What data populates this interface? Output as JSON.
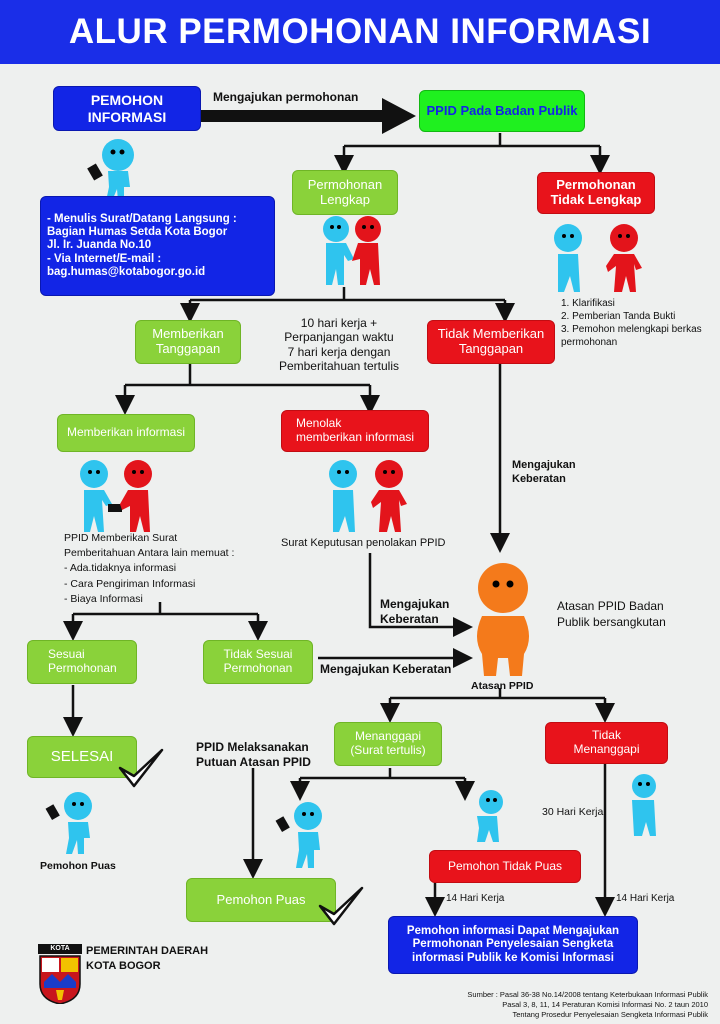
{
  "title": "ALUR PERMOHONAN INFORMASI",
  "colors": {
    "title_bg": "#1a2ee8",
    "green": "#8ad23a",
    "red": "#e8131b",
    "blue": "#1225e6",
    "bright_green": "#1ff01f",
    "figure_blue": "#2fc4ee",
    "figure_red": "#e3141b",
    "figure_orange": "#f47a1b"
  },
  "nodes": {
    "pemohon": "PEMOHON\nINFORMASI",
    "ppid": "PPID Pada Badan Publik",
    "lengkap": "Permohonan\nLengkap",
    "tidak_lengkap": "Permohonan\nTidak Lengkap",
    "memberikan_tanggapan": "Memberikan\nTanggapan",
    "tidak_memberikan_tanggapan": "Tidak Memberikan\nTanggapan",
    "memberikan_informasi": "Memberikan informasi",
    "menolak": "Menolak\nmemberikan informasi",
    "sesuai": "Sesuai\nPermohonan",
    "tidak_sesuai": "Tidak Sesuai\nPermohonan",
    "selesai": "SELESAI",
    "menanggapi": "Menanggapi\n(Surat tertulis)",
    "tidak_menanggapi": "Tidak\nMenanggapi",
    "pemohon_tidak_puas": "Pemohon Tidak Puas",
    "pemohon_puas_box": "Pemohon Puas",
    "final": "Pemohon informasi Dapat Mengajukan\nPermohonan Penyelesaian Sengketa\ninformasi Publik ke Komisi Informasi"
  },
  "contact": "- Menulis Surat/Datang Langsung :\n   Bagian Humas Setda Kota Bogor\n   Jl. Ir. Juanda No.10\n- Via Internet/E-mail :\n   bag.humas@kotabogor.go.id",
  "labels": {
    "mengajukan_permohonan": "Mengajukan permohonan",
    "hari_kerja": "10 hari kerja +\nPerpanjangan waktu\n7  hari kerja dengan\nPemberitahuan tertulis",
    "tidak_lengkap_list": "1. Klarifikasi\n2. Pemberian Tanda Bukti\n3. Pemohon melengkapi berkas\n    permohonan",
    "mengajukan_keberatan_1": "Mengajukan\nKeberatan",
    "ppid_surat": "PPID Memberikan Surat\nPemberitahuan Antara lain memuat :\n- Ada.tidaknya informasi\n- Cara Pengiriman Informasi\n- Biaya Informasi",
    "surat_keputusan": "Surat Keputusan penolakan PPID",
    "mengajukan_keberatan_2": "Mengajukan\nKeberatan",
    "atasan_desc": "Atasan PPID Badan\nPublik bersangkutan",
    "mengajukan_keberatan_3": "Mengajukan Keberatan",
    "atasan_ppid": "Atasan PPID",
    "ppid_melaksanakan": "PPID Melaksanakan\nPutuan Atasan PPID",
    "hari_30": "30 Hari Kerja",
    "hari_14_left": "14 Hari Kerja",
    "hari_14_right": "14 Hari Kerja",
    "pemohon_puas": "Pemohon Puas"
  },
  "footer": {
    "logo_text": "KOTA BOGOR",
    "org": "PEMERINTAH DAERAH\nKOTA BOGOR",
    "sumber": "Sumber :  Pasal 36-38 No.14/2008 tentang Keterbukaan Informasi Publik\nPasal 3, 8, 11, 14 Peraturan Komisi Informasi No. 2 taun 2010\nTentang Prosedur Penyelesaian Sengketa Informasi Publik"
  }
}
